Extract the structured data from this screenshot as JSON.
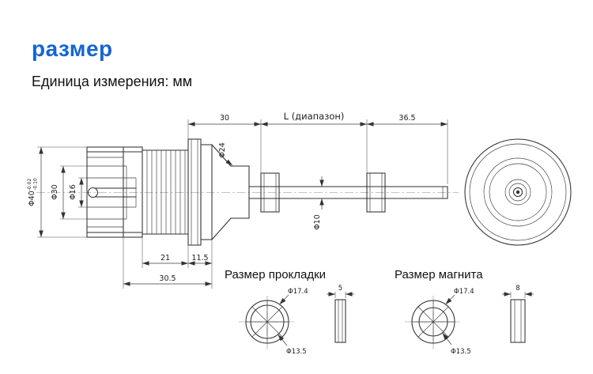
{
  "page": {
    "title": "размер",
    "subtitle": "Единица измерения: мм"
  },
  "colors": {
    "accent_blue": "#1565d3",
    "line": "#2f2f2f"
  },
  "side_view": {
    "dims": {
      "phi40_base": "Φ40",
      "phi40_tol_upper": "-0.02",
      "phi40_tol_lower": "-0.10",
      "phi30": "Φ30",
      "phi16": "Φ16",
      "phi24": "Φ24",
      "phi10": "Φ10",
      "len_21": "21",
      "len_11_5": "11.5",
      "len_30_5": "30.5",
      "len_30": "30",
      "len_range": "L (диапазон)",
      "len_36_5": "36.5"
    }
  },
  "gasket": {
    "label": "Размер прокладки",
    "outer_dia": "Φ17.4",
    "inner_dia": "Φ13.5",
    "thickness": "5"
  },
  "magnet": {
    "label": "Размер магнита",
    "outer_dia": "Φ17.4",
    "inner_dia": "Φ13.5",
    "thickness": "8"
  }
}
